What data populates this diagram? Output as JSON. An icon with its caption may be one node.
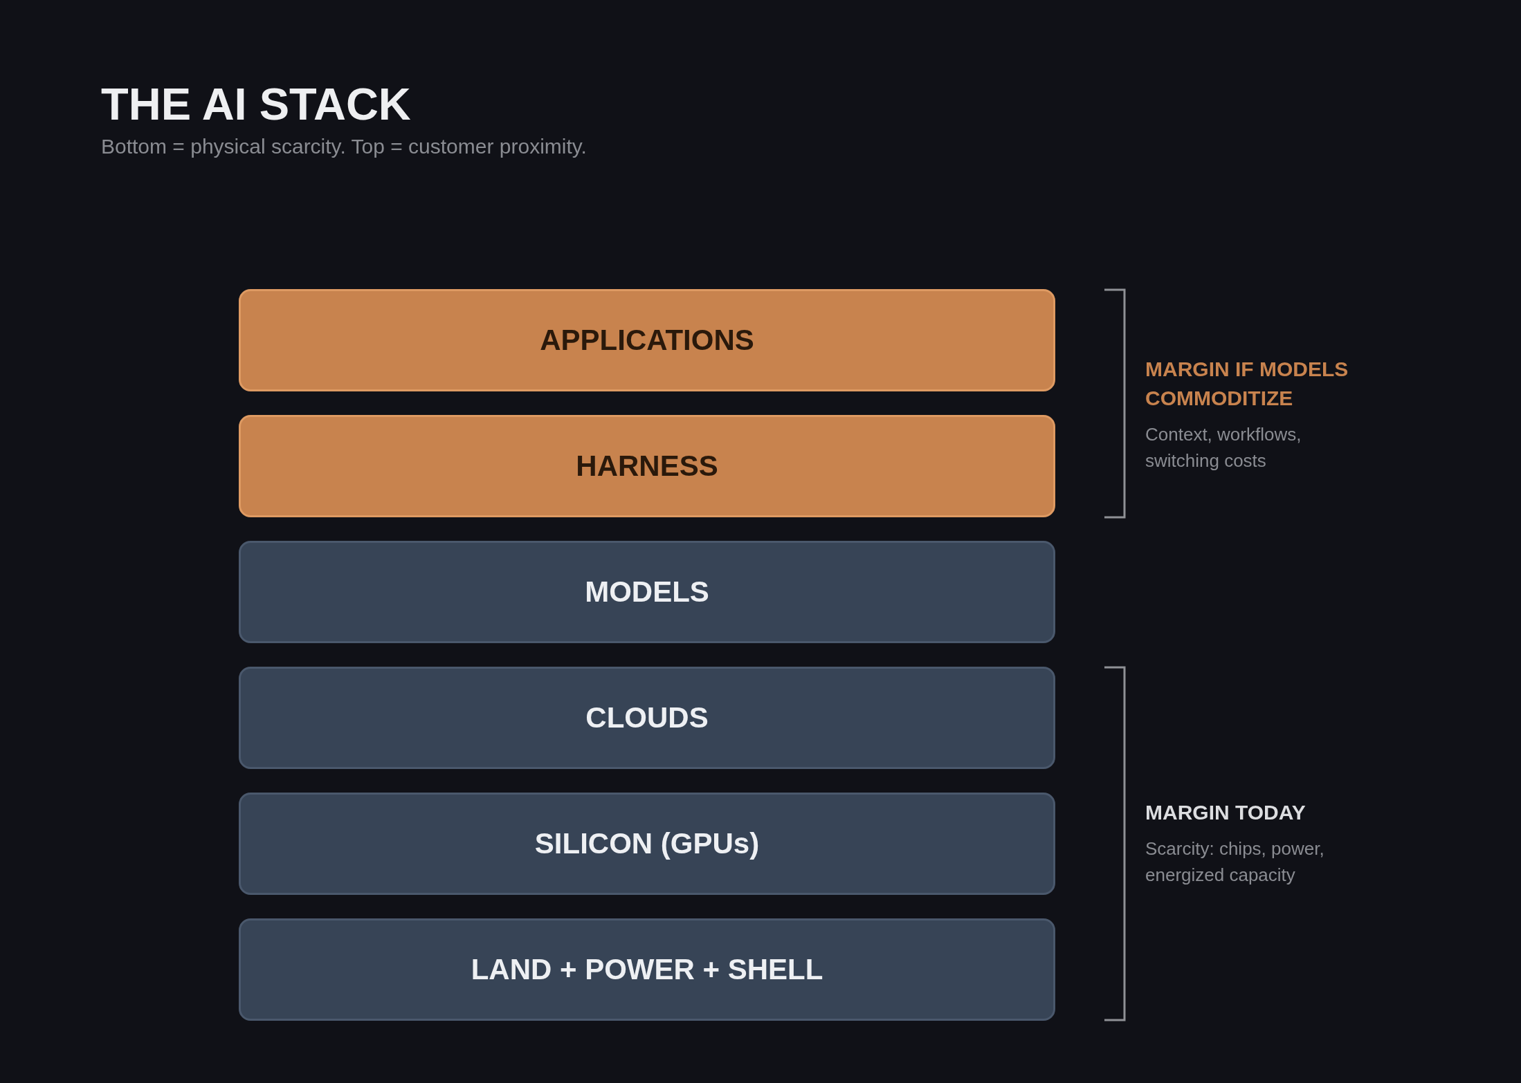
{
  "diagram": {
    "title": "THE AI STACK",
    "nodes": [
      {
        "text": [
          "APPLICATIONS"
        ]
      },
      {
        "text": [
          "HARNESS"
        ]
      },
      {
        "text": [
          "MODELS"
        ]
      },
      {
        "text": [
          "CLOUDS"
        ]
      },
      {
        "text": [
          "SILICON (GPUs)"
        ]
      },
      {
        "text": [
          "LAND + POWER + SHELL"
        ]
      }
    ],
    "labels": [
      "Bottom = physical scarcity. Top = customer proximity.",
      "MARGIN IF MODELS COMMODITIZE",
      "Context, workflows, switching costs",
      "MARGIN TODAY",
      "Scarcity: chips, power, energized capacity"
    ]
  }
}
